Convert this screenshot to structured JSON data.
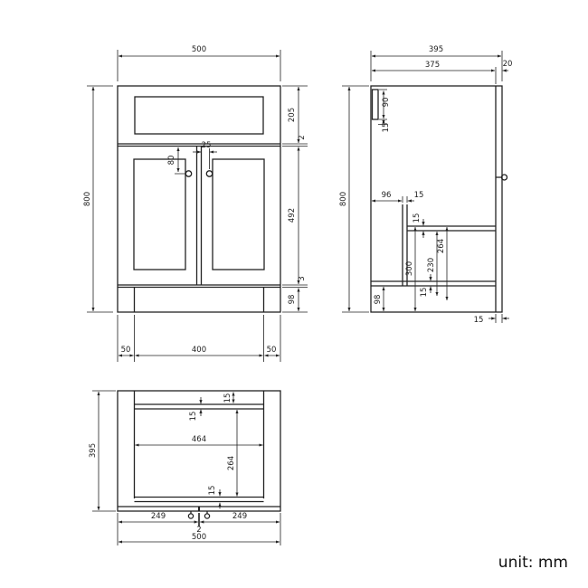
{
  "unit_label": "unit: mm",
  "front_view": {
    "overall_width": "500",
    "overall_height": "800",
    "drawer_height": "205",
    "top_gap": "2",
    "door_height": "492",
    "bottom_gap": "3",
    "plinth_height": "98",
    "handle_top_offset": "80",
    "handle_side_offset": "25",
    "plinth_inset_left": "50",
    "plinth_width": "400",
    "plinth_inset_right": "50"
  },
  "side_view": {
    "overall_depth": "395",
    "carcass_depth": "375",
    "door_thickness": "20",
    "overall_height": "800",
    "back_rail_height": "90",
    "back_rail_gap": "15",
    "front_clearance": "96",
    "partition_thickness": "15",
    "shelf_thickness": "15",
    "shelf_to_base": "264",
    "under_shelf_clearance": "230",
    "shelf_height": "300",
    "base_thickness": "15",
    "plinth_height": "98",
    "base_front_gap": "15"
  },
  "plan_view": {
    "overall_depth": "395",
    "back_inset": "15",
    "back_panel_thickness": "15",
    "internal_width": "464",
    "internal_depth": "264",
    "front_rail_thickness": "15",
    "left_door_width": "249",
    "door_gap": "2",
    "right_door_width": "249",
    "overall_width": "500"
  }
}
